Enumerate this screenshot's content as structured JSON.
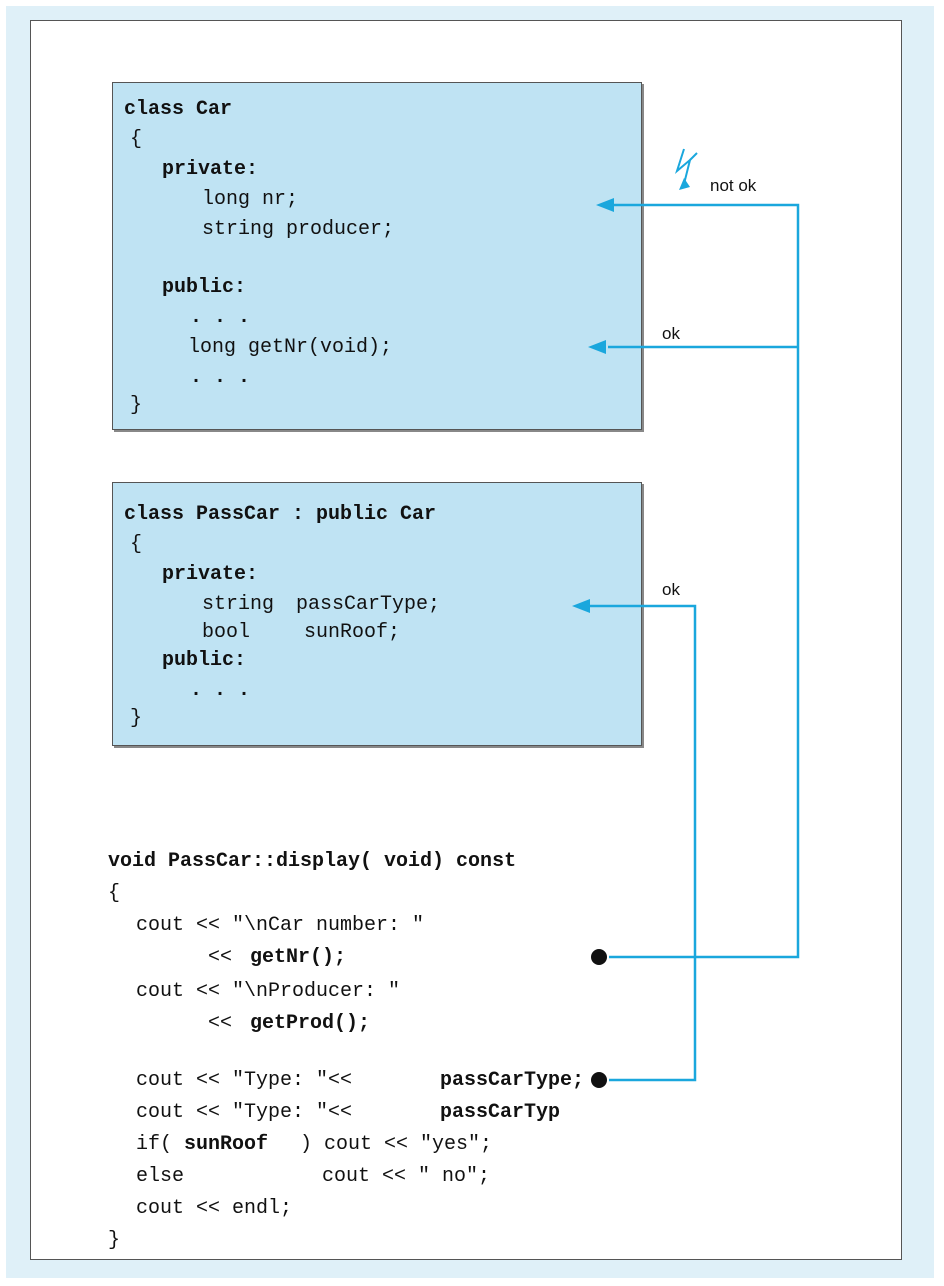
{
  "car_class": {
    "header": "class Car",
    "open_brace": "{",
    "private_label": "private:",
    "field_nr": "long nr;",
    "field_producer": "string producer;",
    "public_label": "public:",
    "ellipsis_1": ". . .",
    "method_getnr": "long getNr(void);",
    "ellipsis_2": ". . .",
    "close_brace": "}"
  },
  "passcar_class": {
    "header": "class PassCar : public Car",
    "open_brace": "{",
    "private_label": "private:",
    "field_type_kw": "string",
    "field_type_name": "passCarType;",
    "field_roof_kw": "bool",
    "field_roof_name": "sunRoof;",
    "public_label": "public:",
    "ellipsis": ". . .",
    "close_brace": "}"
  },
  "display_func": {
    "signature": "void PassCar::display( void) const",
    "open_brace": "{",
    "line1": "cout << \"\\nCar number: \"",
    "line2_op": "<< ",
    "line2_call": "getNr();",
    "line3": "cout << \"\\nProducer: \"",
    "line4_op": "<< ",
    "line4_call": "getProd();",
    "line5_prefix": "cout << \"Type: \"<< ",
    "line5_member": "passCarType;",
    "line6_prefix": "cout << \"Type: \"<< ",
    "line6_member": "passCarTyp",
    "line7_prefix": "if( ",
    "line7_member": "sunRoof",
    "line7_suffix": ") cout << \"yes\";",
    "line8_else": "else",
    "line8_cout": "cout << \" no\";",
    "line9": "cout << endl;",
    "close_brace": "}"
  },
  "annotations": {
    "not_ok": "not ok",
    "ok_getnr": "ok",
    "ok_passcartype": "ok"
  },
  "colors": {
    "arrow": "#1aa7dd",
    "box_fill": "#bfe3f3",
    "frame_fill": "#dff0f8",
    "lightning": "#1aa7dd"
  },
  "icons": {
    "error_marker": "lightning-bolt-icon",
    "access_point": "filled-dot-icon"
  }
}
